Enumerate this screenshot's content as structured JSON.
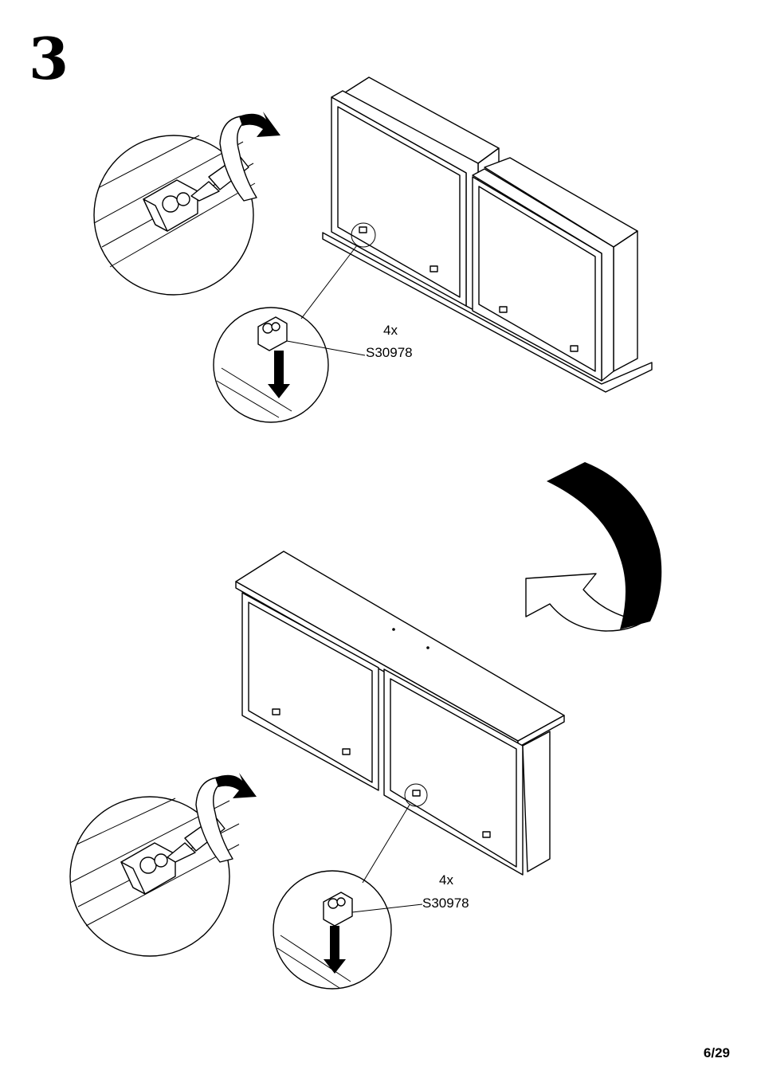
{
  "step": {
    "number": "3"
  },
  "callouts": [
    {
      "quantity": "4x",
      "part_code": "S30978"
    },
    {
      "quantity": "4x",
      "part_code": "S30978"
    }
  ],
  "footer": {
    "page_number": "6/29"
  },
  "icons": [
    "screwdriver-icon",
    "rotation-arrow-icon",
    "flip-arrow-icon",
    "down-arrow-icon",
    "bracket-icon"
  ]
}
